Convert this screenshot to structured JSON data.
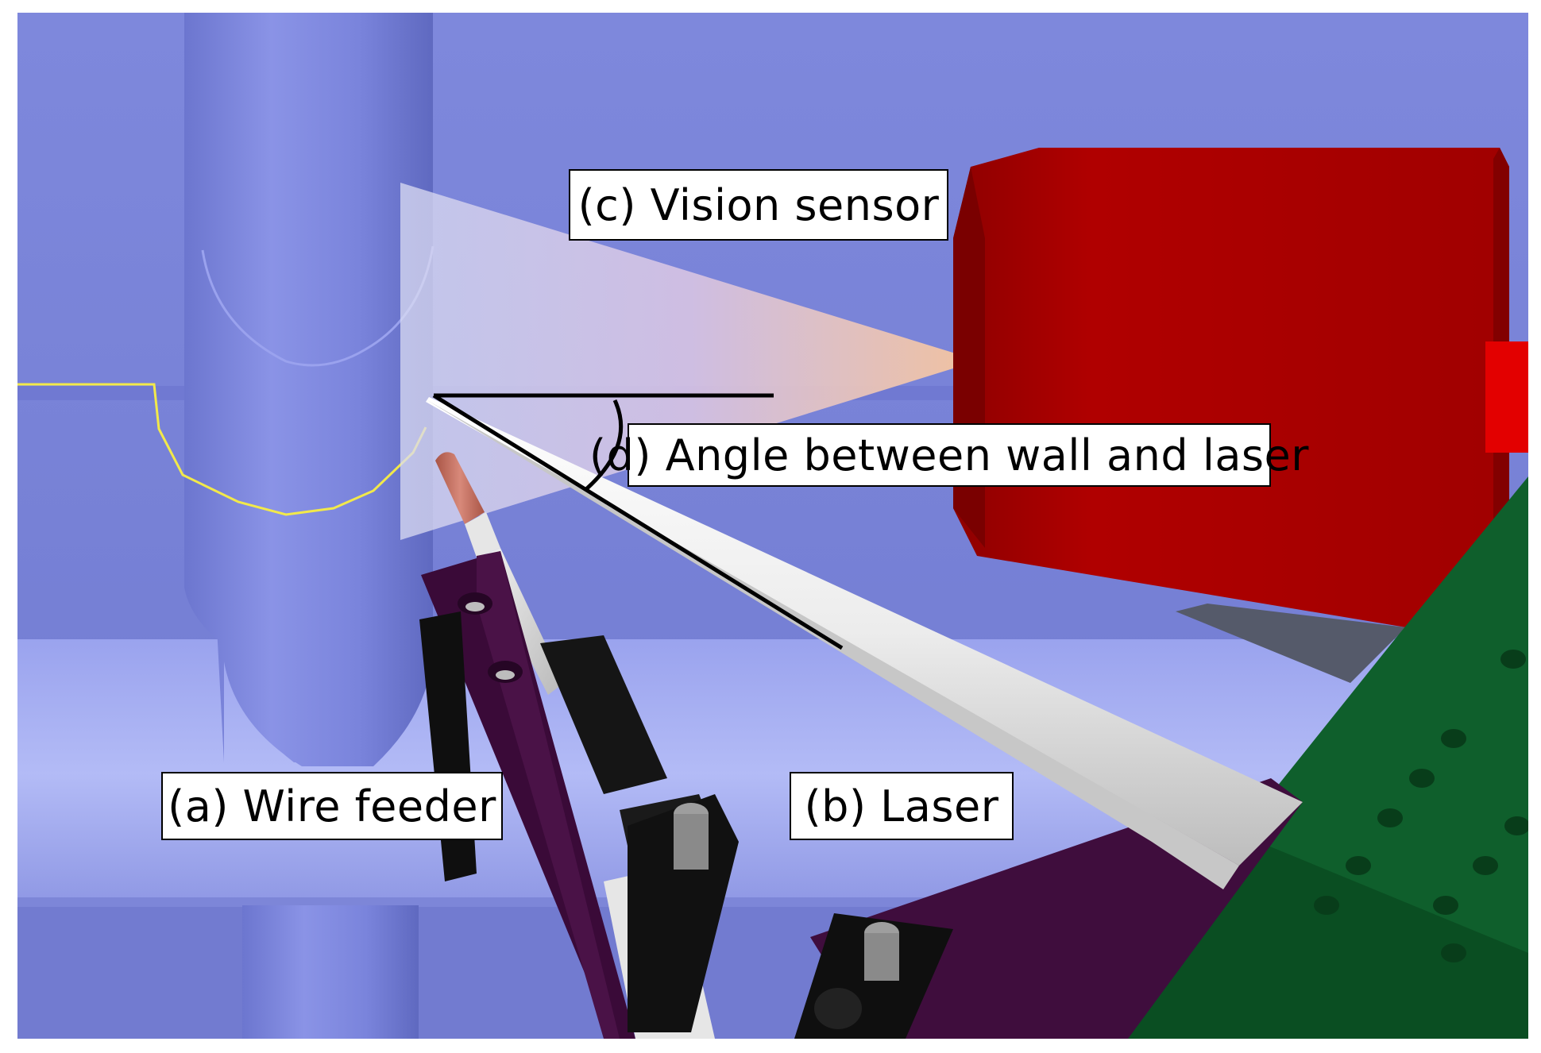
{
  "labels": {
    "wire_feeder": "(a) Wire feeder",
    "laser": "(b) Laser",
    "vision_sensor": "(c) Vision sensor",
    "angle": "(d) Angle between wall and laser"
  },
  "colors": {
    "background_wall": "#7b84d6",
    "floor_beam": "#a7b0f0",
    "pipe": "#7c86dc",
    "vision_sensor_body": "#a60000",
    "laser_beam": "#f2f2f2",
    "wire_feeder_tip": "#c46f5e",
    "bracket_purple": "#3c0c3a",
    "mount_black": "#121212",
    "green_plate": "#0e5a28",
    "weld_path": "#f2e94a",
    "sensor_fov_gradient_start": "#d9d9ee",
    "sensor_fov_gradient_end": "#f6c7a2"
  }
}
